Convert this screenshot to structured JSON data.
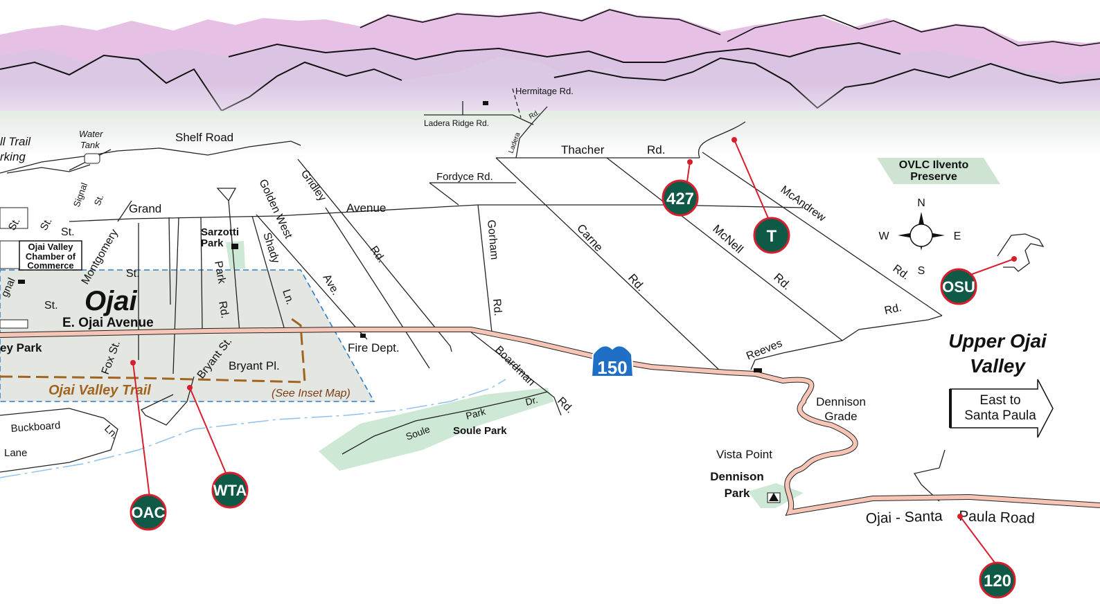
{
  "labels": {
    "trail_parking": "ll Trail",
    "trail_parking2": "rking",
    "water_tank": "Water",
    "water_tank2": "Tank",
    "shelf_road": "Shelf Road",
    "hermitage": "Hermitage Rd.",
    "ladera_ridge": "Ladera Ridge Rd.",
    "ladera": "Ladera",
    "ladera_rd": "Rd.",
    "thacher": "Thacher",
    "thacher_rd": "Rd.",
    "fordyce": "Fordyce  Rd.",
    "ovlc1": "OVLC Ilvento",
    "ovlc2": "Preserve",
    "signal": "Signal",
    "signal_st": "St.",
    "grand": "Grand",
    "gridley": "Gridley",
    "avenue": "Avenue",
    "golden_west": "Golden West",
    "gridley_rd": "Rd.",
    "sarzotti1": "Sarzotti",
    "sarzotti2": "Park",
    "shady": "Shady",
    "shady_ln": "Ln.",
    "park": "Park",
    "park_rd": "Rd.",
    "gorham": "Gorham",
    "gorham_rd": "Rd.",
    "carne": "Carne",
    "carne_rd": "Rd.",
    "mcnell": "McNell",
    "mcnell_rd": "Rd.",
    "mcandrew": "McAndrew",
    "mcandrew_rd": "Rd.",
    "reeves_rd": "Rd.",
    "reeves": "Reeves",
    "chamber1": "Ojai Valley",
    "chamber2": "Chamber of",
    "chamber3": "Commerce",
    "montgomery": "Montgomery",
    "st1": "St.",
    "st2": "St.",
    "st3": "St.",
    "st4": "St.",
    "st5": "St.",
    "signal_left": "gnal",
    "ojai": "Ojai",
    "e_ojai_ave": "E.  Ojai  Avenue",
    "ave": "Ave.",
    "fire_dept": "Fire Dept.",
    "boardman": "Boardman",
    "boardman_rd": "Rd.",
    "libbey_park": "ey Park",
    "fox_st": "Fox St.",
    "bryant_st": "Bryant St.",
    "bryant_pl": "Bryant Pl.",
    "ojai_valley_trail": "Ojai Valley Trail",
    "see_inset": "(See Inset Map)",
    "buckboard": "Buckboard",
    "buckboard_ln": "Ln.",
    "lane": "Lane",
    "soule": "Soule",
    "soule_park_dr": "Park",
    "soule_dr": "Dr.",
    "soule_park": "Soule Park",
    "dennison_grade1": "Dennison",
    "dennison_grade2": "Grade",
    "vista_point": "Vista Point",
    "dennison_park1": "Dennison",
    "dennison_park2": "Park",
    "upper_ojai1": "Upper Ojai",
    "upper_ojai2": "Valley",
    "east_to1": "East to",
    "east_to2": "Santa Paula",
    "ojai_santa_paula": "Ojai - Santa",
    "paula_road": "Paula  Road",
    "highway": "150"
  },
  "compass": {
    "n": "N",
    "s": "S",
    "e": "E",
    "w": "W"
  },
  "markers": {
    "m427": "427",
    "t": "T",
    "osu": "OSU",
    "oac": "OAC",
    "wta": "WTA",
    "m120": "120"
  },
  "colors": {
    "mountain_far": "#e6bfe4",
    "mountain_near": "#d8c3e2",
    "highway": "#f6c5b6",
    "marker_fill": "#0f5a46",
    "marker_ring": "#d61f2c",
    "park_green": "#cde8d4",
    "trail_brown": "#a0641e",
    "inset_blue": "#2f7cc4",
    "shield_blue": "#1f6fc6"
  }
}
